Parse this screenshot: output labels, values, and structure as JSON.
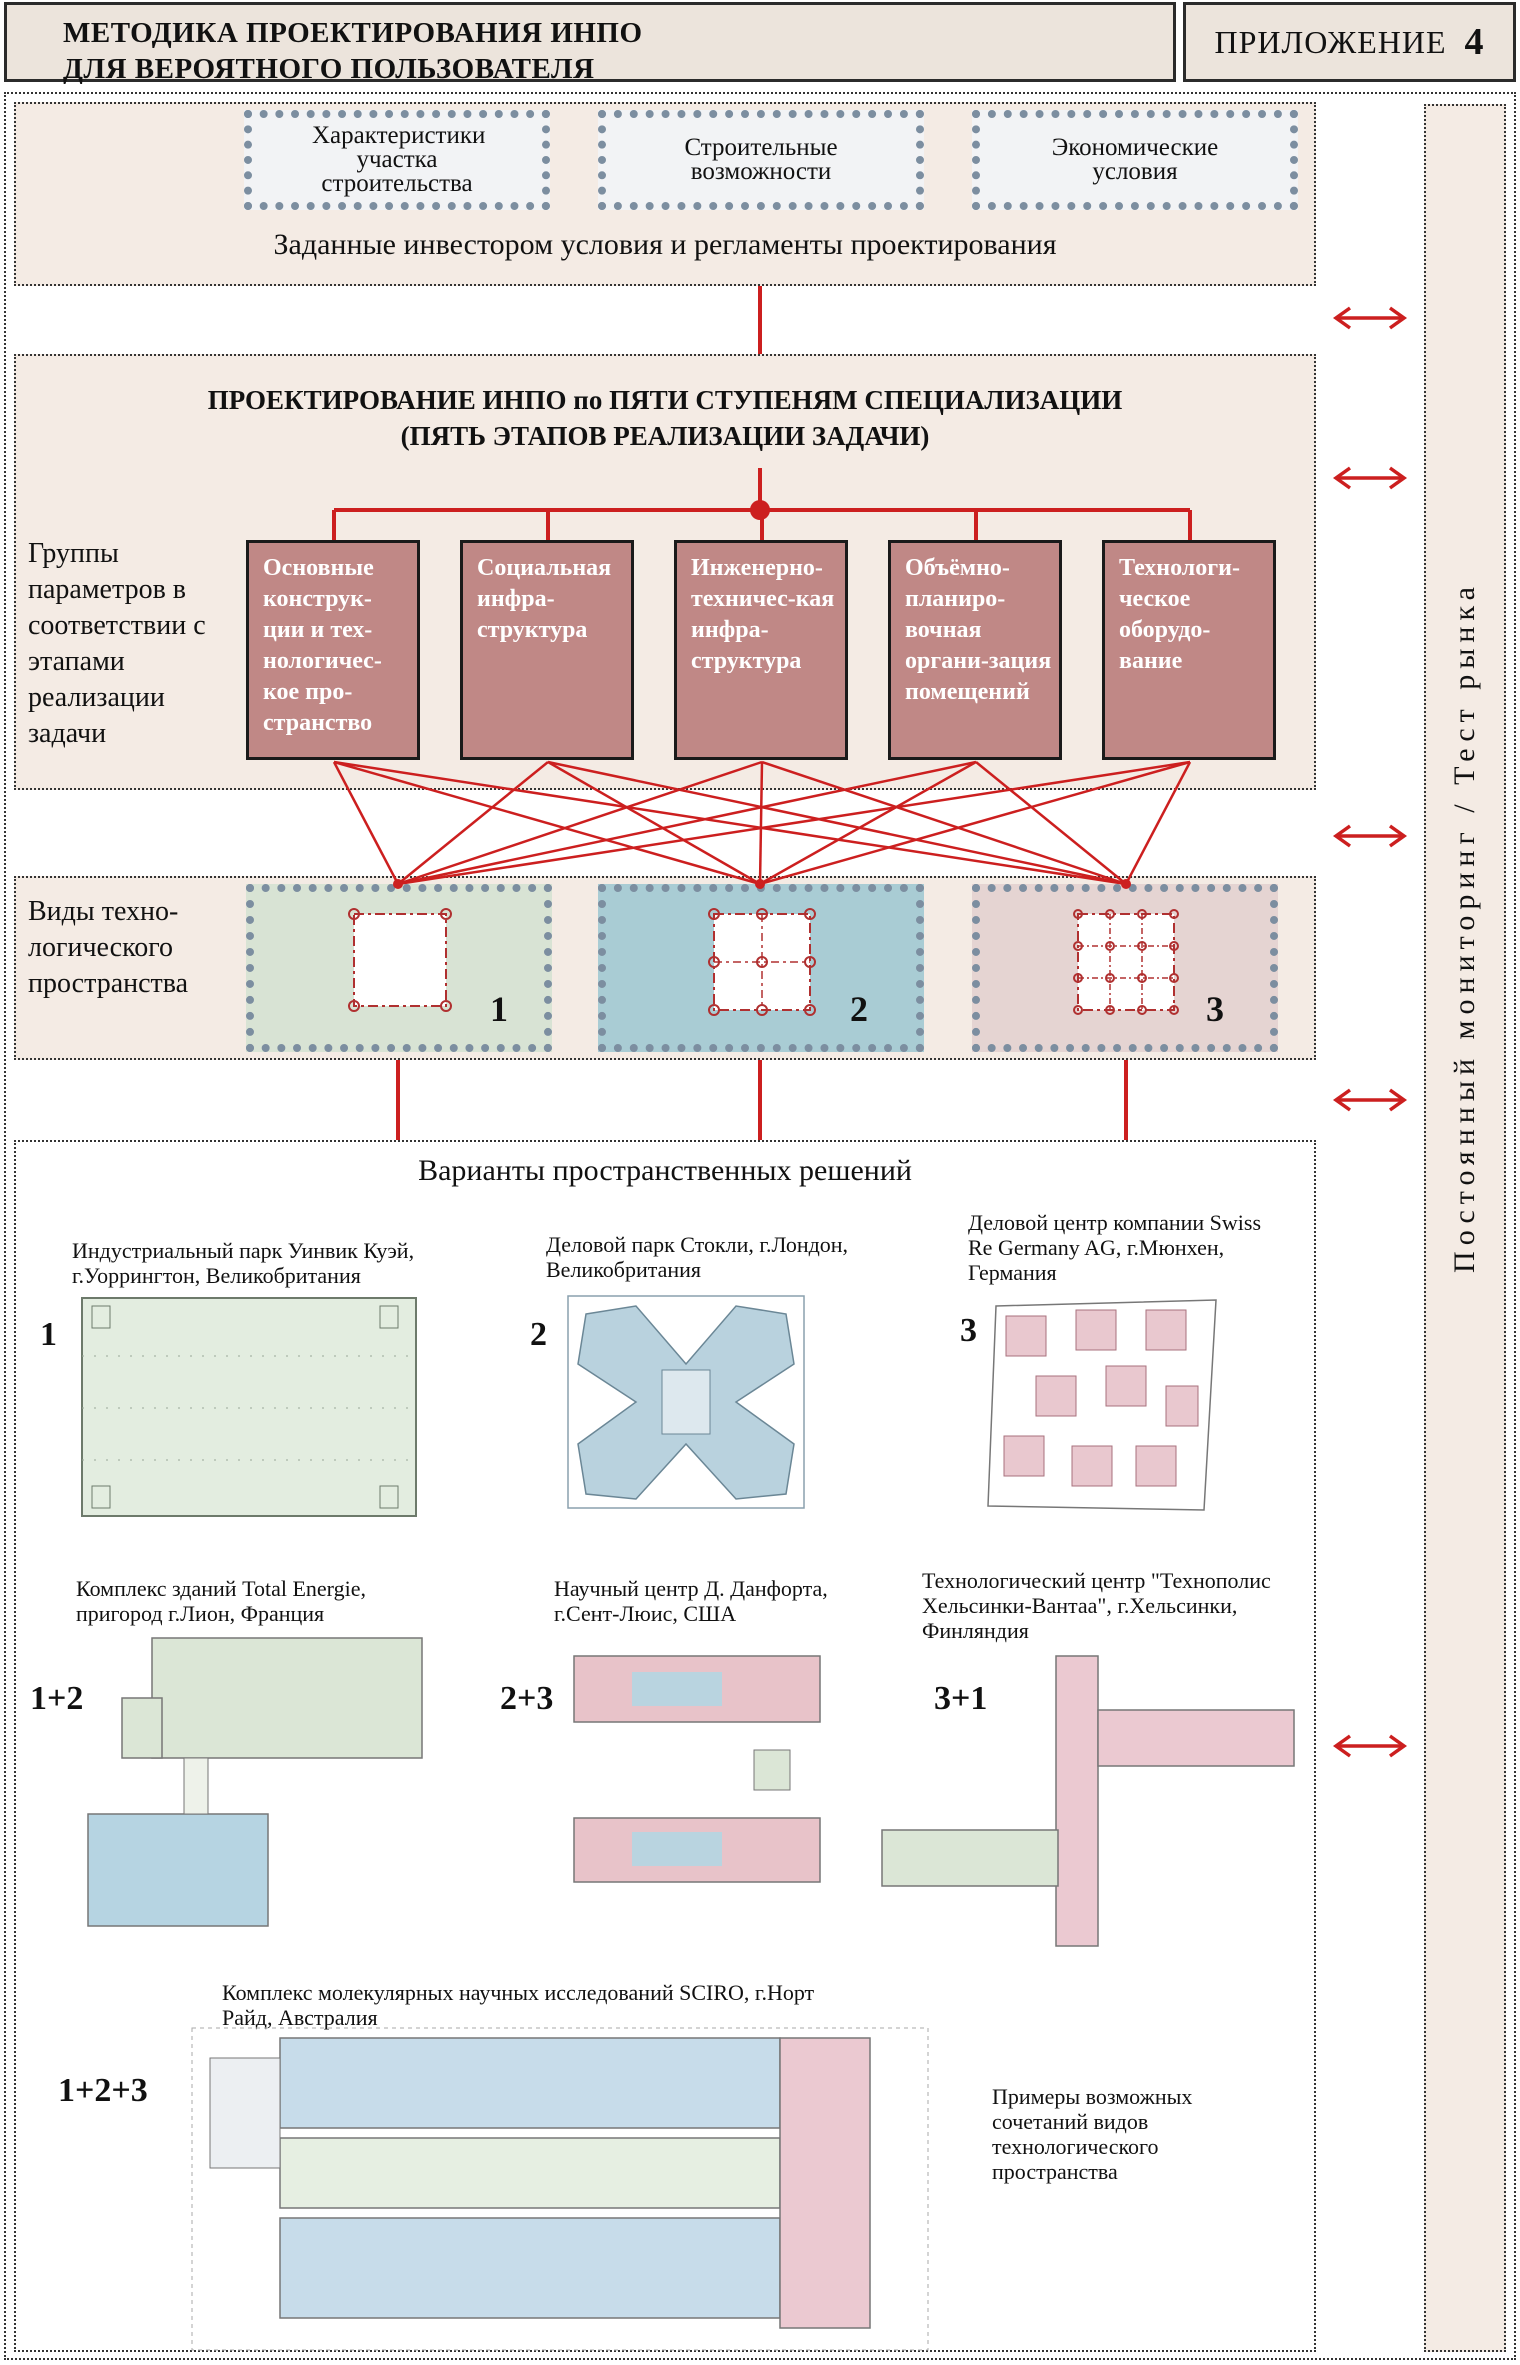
{
  "header": {
    "title_line1": "МЕТОДИКА ПРОЕКТИРОВАНИЯ ИНПО",
    "title_line2": "ДЛЯ ВЕРОЯТНОГО ПОЛЬЗОВАТЕЛЯ",
    "appendix_label": "ПРИЛОЖЕНИЕ",
    "appendix_number": "4"
  },
  "conditions": {
    "boxes": [
      "Характеристики участка строительства",
      "Строительные возможности",
      "Экономические условия"
    ],
    "caption": "Заданные инвестором условия и регламенты проектирования"
  },
  "stages": {
    "title_line1": "ПРОЕКТИРОВАНИЕ ИНПО по ПЯТИ СТУПЕНЯМ СПЕЦИАЛИЗАЦИИ",
    "title_line2": "(ПЯТЬ ЭТАПОВ РЕАЛИЗАЦИИ ЗАДАЧИ)",
    "side_label": "Группы параметров в соответствии с этапами реализации задачи",
    "boxes": [
      "Основные конструк-ции и тех-нологичес-кое про-странство",
      "Социальная инфра-структура",
      "Инженерно-техничес-кая инфра-структура",
      "Объёмно-планиро-вочная органи-зация помещений",
      "Технологи-ческое оборудо-вание"
    ]
  },
  "tech_space": {
    "side_label": "Виды техно-логического пространства",
    "types": [
      {
        "number": "1",
        "color": "#d8e3d4"
      },
      {
        "number": "2",
        "color": "#a9ccd4"
      },
      {
        "number": "3",
        "color": "#e5d4d2"
      }
    ]
  },
  "variants": {
    "title": "Варианты пространственных решений",
    "examples": [
      {
        "label": "1",
        "caption": "Индустриальный парк Уинвик Куэй, г.Уоррингтон, Великобритания"
      },
      {
        "label": "2",
        "caption": "Деловой парк Стокли, г.Лондон, Великобритания"
      },
      {
        "label": "3",
        "caption": "Деловой центр компании Swiss Re Germany AG, г.Мюнхен, Германия"
      },
      {
        "label": "1+2",
        "caption": "Комплекс зданий Total Energie, пригород г.Лион, Франция"
      },
      {
        "label": "2+3",
        "caption": "Научный центр Д. Данфорта, г.Сент-Люис, США"
      },
      {
        "label": "3+1",
        "caption": "Технологический центр \"Технополис Хельсинки-Вантаа\", г.Хельсинки, Финляндия"
      },
      {
        "label": "1+2+3",
        "caption": "Комплекс молекулярных научных исследований SCIRO, г.Норт Райд, Австралия"
      }
    ],
    "note": "Примеры возможных сочетаний видов технологического пространства"
  },
  "side_panel": {
    "text": "Постоянный мониторинг / Тест рынка"
  },
  "colors": {
    "accent_red": "#cc1f1f",
    "stage_box": "#c08886",
    "section_bg": "#f4ebe4",
    "header_bg": "#ece4dc"
  }
}
